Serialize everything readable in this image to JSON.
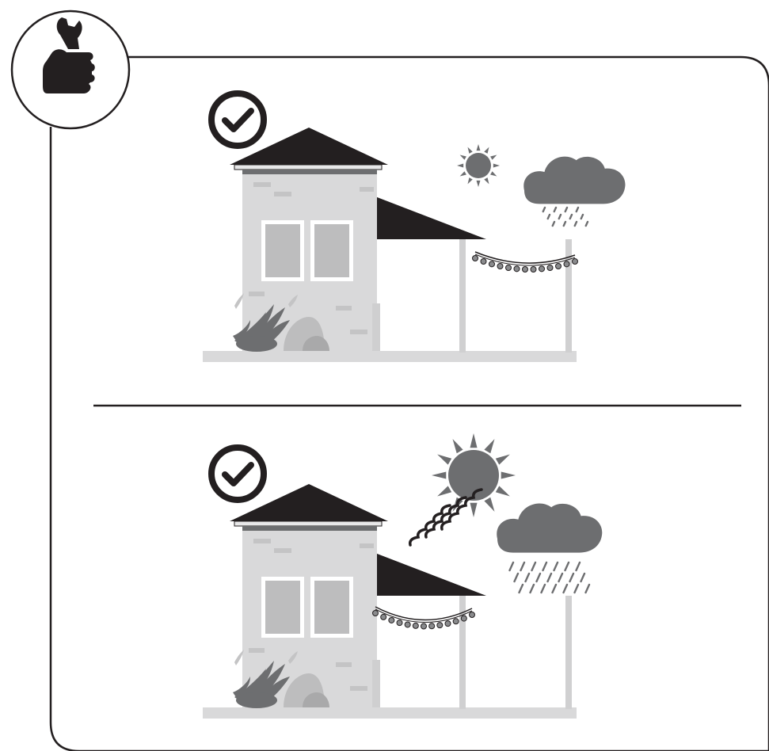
{
  "colors": {
    "line": "#231f20",
    "wall": "#d9d9da",
    "wall_detail": "#c4c4c5",
    "window_glass": "#bdbdbe",
    "window_frame": "#ffffff",
    "roof": "#231f20",
    "awning": "#231f20",
    "ground": "#d9d9da",
    "post": "#d0d0d1",
    "cloud": "#6d6e70",
    "sun": "#6d6e70",
    "plant": "#6d6e70",
    "bulb": "#8a8b8d"
  },
  "icons": {
    "header": "hand-holding-wrench-icon",
    "check": "checkmark-circle-icon",
    "sun": "sun-icon",
    "cloud": "rain-cloud-icon",
    "heat": "heat-waves-icon"
  },
  "scenes": [
    {
      "approved": true,
      "weather": "light-sun-light-rain",
      "rain_intensity": "light"
    },
    {
      "approved": true,
      "weather": "strong-sun-heavy-rain",
      "rain_intensity": "heavy"
    }
  ]
}
